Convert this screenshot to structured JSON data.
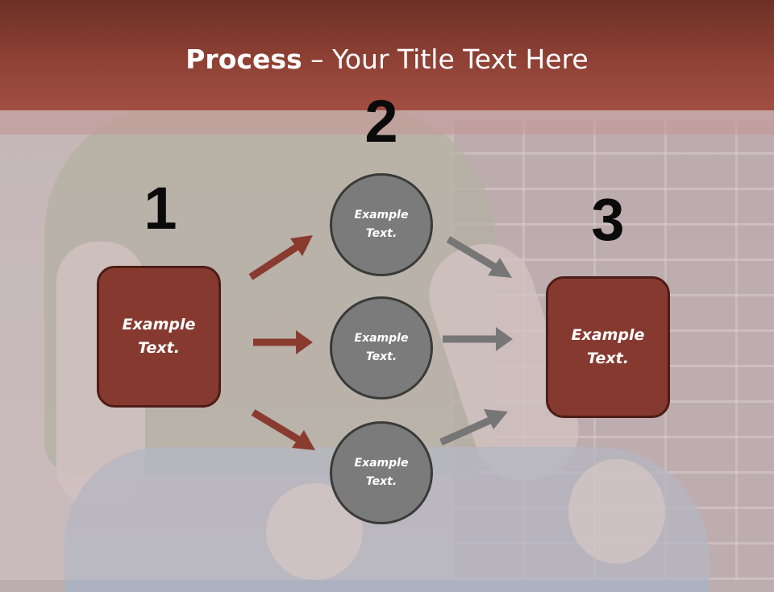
{
  "slide": {
    "title_bold": "Process",
    "title_rest": " – Your Title Text Here",
    "numbers": [
      "1",
      "2",
      "3"
    ],
    "left_box": "Example Text.",
    "right_box": "Example Text.",
    "circles": [
      "Example Text.",
      "Example Text.",
      "Example Text."
    ]
  },
  "colors": {
    "header": "#8f4135",
    "box_fill": "#863a2f",
    "circle_fill": "#7b7b7b",
    "arrow_red": "#8a3b30",
    "arrow_gray": "#767676"
  }
}
